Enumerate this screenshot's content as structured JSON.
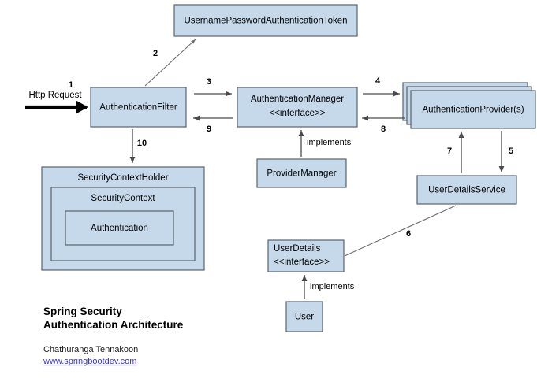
{
  "diagram": {
    "title_line1": "Spring Security",
    "title_line2": "Authentication Architecture",
    "author": "Chathuranga Tennakoon",
    "website": "www.springbootdev.com",
    "background_color": "#ffffff",
    "node_fill_color": "#c6d9eb",
    "node_border_color": "#59636e",
    "link_color": "#3838cc"
  },
  "nodes": {
    "token": {
      "label": "UsernamePasswordAuthenticationToken"
    },
    "auth_filter": {
      "label": "AuthenticationFilter"
    },
    "auth_manager": {
      "label_line1": "AuthenticationManager",
      "label_line2": "<<interface>>"
    },
    "auth_provider": {
      "label": "AuthenticationProvider(s)"
    },
    "provider_manager": {
      "label": "ProviderManager"
    },
    "user_details_service": {
      "label": "UserDetailsService"
    },
    "user_details": {
      "label_line1": "UserDetails",
      "label_line2": "<<interface>>"
    },
    "user": {
      "label": "User"
    },
    "security_context_holder": {
      "label": "SecurityContextHolder"
    },
    "security_context": {
      "label": "SecurityContext"
    },
    "authentication": {
      "label": "Authentication"
    }
  },
  "edges": {
    "http_request_label": "Http Request",
    "e1": {
      "number": "1",
      "from": "http-request",
      "to": "auth_filter"
    },
    "e2": {
      "number": "2",
      "from": "auth_filter",
      "to": "token"
    },
    "e3": {
      "number": "3",
      "from": "auth_filter",
      "to": "auth_manager"
    },
    "e4": {
      "number": "4",
      "from": "auth_manager",
      "to": "auth_provider"
    },
    "e5": {
      "number": "5",
      "from": "auth_provider",
      "to": "user_details_service"
    },
    "e6": {
      "number": "6",
      "from": "user_details",
      "to": "user_details_service"
    },
    "e7": {
      "number": "7",
      "from": "user_details_service",
      "to": "auth_provider"
    },
    "e8": {
      "number": "8",
      "from": "auth_provider",
      "to": "auth_manager"
    },
    "e9": {
      "number": "9",
      "from": "auth_manager",
      "to": "auth_filter"
    },
    "e10": {
      "number": "10",
      "from": "auth_filter",
      "to": "security_context_holder"
    },
    "implements_manager": {
      "label": "implements",
      "from": "provider_manager",
      "to": "auth_manager"
    },
    "implements_user": {
      "label": "implements",
      "from": "user",
      "to": "user_details"
    }
  }
}
